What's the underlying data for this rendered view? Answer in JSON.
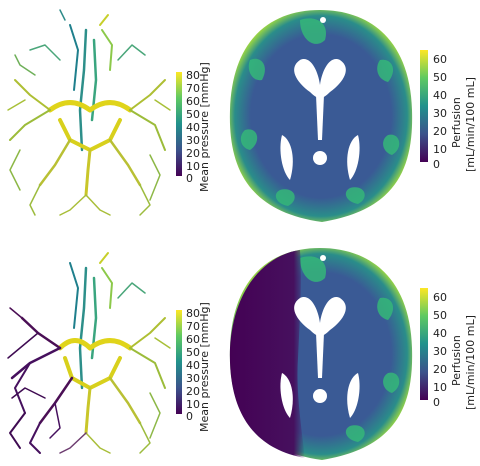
{
  "panels": [
    {
      "id": "vessels-healthy",
      "colorbar": {
        "title": "Mean pressure [mmHg]",
        "ticks": [
          "80",
          "70",
          "60",
          "50",
          "40",
          "30",
          "20",
          "10",
          "0"
        ]
      }
    },
    {
      "id": "perfusion-healthy",
      "colorbar": {
        "title_line1": "Perfusion",
        "title_line2": "[mL/min/100 mL]",
        "ticks": [
          "60",
          "50",
          "40",
          "30",
          "20",
          "10",
          "0"
        ]
      }
    },
    {
      "id": "vessels-occluded",
      "colorbar": {
        "title": "Mean pressure [mmHg]",
        "ticks": [
          "80",
          "70",
          "60",
          "50",
          "40",
          "30",
          "20",
          "10",
          "0"
        ]
      }
    },
    {
      "id": "perfusion-occluded",
      "colorbar": {
        "title_line1": "Perfusion",
        "title_line2": "[mL/min/100 mL]",
        "ticks": [
          "60",
          "50",
          "40",
          "30",
          "20",
          "10",
          "0"
        ]
      }
    }
  ],
  "colors": {
    "viridis_low": "#440154",
    "viridis_mid": "#21918c",
    "viridis_high": "#fde725",
    "brain_background": "#2f4f8f",
    "ventricle": "#ffffff"
  }
}
